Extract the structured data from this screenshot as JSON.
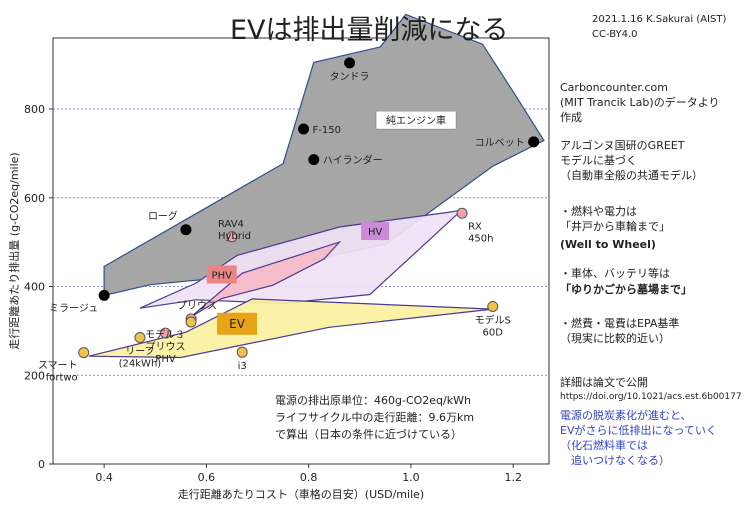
{
  "title": "EVは排出量削減になる",
  "credit": [
    "2021.1.16 K.Sakurai (AIST)",
    "CC-BY4.0"
  ],
  "notes": [
    {
      "lines": [
        "Carboncounter.com",
        "(MIT Trancik Lab)のデータより",
        "作成"
      ],
      "style": "normal"
    },
    {
      "lines": [
        "アルゴンヌ国研のGREET",
        "モデルに基づく",
        "（自動車全般の共通モデル）"
      ],
      "style": "normal"
    },
    {
      "lines": [
        "・燃料や電力は",
        "「井戸から車輪まで」"
      ],
      "style": "normal"
    },
    {
      "lines": [
        "(Well to Wheel)"
      ],
      "style": "bold"
    },
    {
      "lines": [
        "・車体、バッテリ等は"
      ],
      "style": "normal"
    },
    {
      "lines": [
        "「ゆりかごから墓場まで」"
      ],
      "style": "bold"
    },
    {
      "lines": [
        "・燃費・電費はEPA基準",
        "（現実に比較的近い）"
      ],
      "style": "normal"
    },
    {
      "lines": [
        "詳細は論文で公開",
        "https://doi.org/10.1021/acs.est.6b00177"
      ],
      "style": "normal"
    },
    {
      "lines": [
        "電源の脱炭素化が進むと、",
        "EVがさらに低排出になっていく",
        "（化石燃料車では",
        "　追いつけなくなる）"
      ],
      "style": "blue"
    }
  ],
  "colors": {
    "ice_fill": "#a6a6a6",
    "ice_stroke": "#2f4f8f",
    "hv_fill": "#efe2f5",
    "hv_stroke": "#4b3a93",
    "phv_fill": "#f6b9c6",
    "phv_stroke": "#4b3a93",
    "ev_fill": "#fbf0a0",
    "ev_stroke": "#4b3a93",
    "ev_label_bg": "#e8a317",
    "phv_label_bg": "#e98585",
    "hv_label_bg": "#c98bd6",
    "ice_point": "#000000",
    "hv_point": "#f0a0a8",
    "ev_point": "#f4c24a",
    "grid": "#8a8ad8"
  },
  "chart_data": {
    "type": "scatter",
    "xlabel": "走行距離あたりコスト（車格の目安）(USD/mile)",
    "ylabel": "走行距離あたり排出量 (g-CO2eq/mile)",
    "xlim": [
      0.3,
      1.27
    ],
    "ylim": [
      0,
      960
    ],
    "xticks": [
      0.4,
      0.6,
      0.8,
      1.0,
      1.2
    ],
    "xtick_labels": [
      "0.4",
      "0.6",
      "0.8",
      "1.0",
      "1.2"
    ],
    "yticks": [
      0,
      200,
      400,
      600,
      800
    ],
    "ytick_labels": [
      "0",
      "200",
      "400",
      "600",
      "800"
    ],
    "grid": "horizontal dotted",
    "regions": [
      {
        "name": "純エンジン車",
        "kind": "ice",
        "polygon": [
          [
            0.4,
            380
          ],
          [
            0.4,
            445
          ],
          [
            0.75,
            677
          ],
          [
            0.81,
            905
          ],
          [
            0.94,
            940
          ],
          [
            0.99,
            1013
          ],
          [
            1.14,
            946
          ],
          [
            1.21,
            821
          ],
          [
            1.26,
            729
          ],
          [
            1.16,
            671
          ],
          [
            0.95,
            495
          ],
          [
            0.65,
            422
          ],
          [
            0.49,
            404
          ]
        ],
        "label_at": [
          1.01,
          775
        ]
      },
      {
        "name": "HV",
        "kind": "hv",
        "polygon": [
          [
            0.47,
            351
          ],
          [
            0.58,
            408
          ],
          [
            0.66,
            470
          ],
          [
            0.86,
            534
          ],
          [
            1.08,
            568
          ],
          [
            1.1,
            573
          ],
          [
            0.92,
            382
          ],
          [
            0.75,
            362
          ],
          [
            0.58,
            370
          ]
        ],
        "label_at": [
          0.93,
          525
        ]
      },
      {
        "name": "PHV",
        "kind": "phv",
        "polygon": [
          [
            0.57,
            332
          ],
          [
            0.67,
            430
          ],
          [
            0.86,
            500
          ],
          [
            0.83,
            462
          ],
          [
            0.73,
            403
          ],
          [
            0.63,
            373
          ]
        ],
        "label_at": [
          0.63,
          427
        ]
      },
      {
        "name": "EV",
        "kind": "ev",
        "polygon": [
          [
            0.37,
            243
          ],
          [
            0.56,
            297
          ],
          [
            0.69,
            372
          ],
          [
            1.16,
            349
          ],
          [
            0.84,
            308
          ],
          [
            0.55,
            240
          ]
        ],
        "label_at": [
          0.66,
          316
        ]
      }
    ],
    "points": [
      {
        "label": "タンドラ",
        "x": 0.88,
        "y": 904,
        "kind": "ice",
        "label_pos": "below"
      },
      {
        "label": "F-150",
        "x": 0.79,
        "y": 755,
        "kind": "ice",
        "label_pos": "right"
      },
      {
        "label": "ハイランダー",
        "x": 0.81,
        "y": 686,
        "kind": "ice",
        "label_pos": "right"
      },
      {
        "label": "コルベット",
        "x": 1.24,
        "y": 726,
        "kind": "ice",
        "label_pos": "left"
      },
      {
        "label": "ローグ",
        "x": 0.56,
        "y": 528,
        "kind": "ice",
        "label_pos": "above-left"
      },
      {
        "label": "ミラージュ",
        "x": 0.4,
        "y": 380,
        "kind": "ice",
        "label_pos": "below-left"
      },
      {
        "label": "RAV4 Hybrid",
        "x": 0.65,
        "y": 512,
        "kind": "hv",
        "label_pos": "above-right"
      },
      {
        "label": "RX 450h",
        "x": 1.1,
        "y": 565,
        "kind": "hv",
        "label_pos": "below-right"
      },
      {
        "label": "プリウス",
        "x": 0.57,
        "y": 327,
        "kind": "hv",
        "label_pos": "above-right"
      },
      {
        "label": "プリウス PHV",
        "x": 0.52,
        "y": 295,
        "kind": "hv",
        "label_pos": "below"
      },
      {
        "label": "モデル３",
        "x": 0.57,
        "y": 320,
        "kind": "ev",
        "label_pos": "below-left"
      },
      {
        "label": "モデルS 60D",
        "x": 1.16,
        "y": 355,
        "kind": "ev",
        "label_pos": "below"
      },
      {
        "label": "リーフ (24kWh)",
        "x": 0.47,
        "y": 285,
        "kind": "ev",
        "label_pos": "below"
      },
      {
        "label": "スマート fortwo",
        "x": 0.36,
        "y": 251,
        "kind": "ev",
        "label_pos": "below-left"
      },
      {
        "label": "i3",
        "x": 0.67,
        "y": 252,
        "kind": "ev",
        "label_pos": "below"
      }
    ],
    "annotation": [
      "電源の排出原単位：460g-CO2eq/kWh",
      "ライフサイクル中の走行距離：9.6万km",
      "で算出（日本の条件に近づけている）"
    ]
  }
}
